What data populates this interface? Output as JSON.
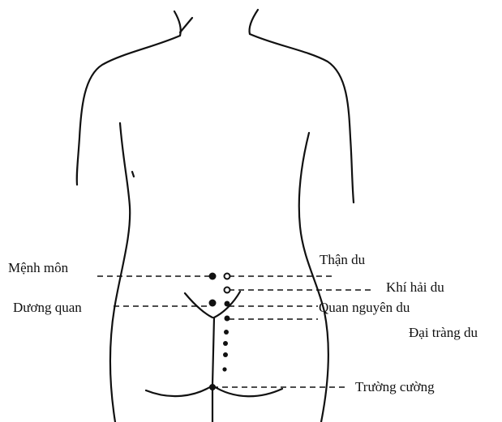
{
  "diagram": {
    "labels": {
      "menh_mon": "Mệnh môn",
      "duong_quan": "Dương quan",
      "than_du": "Thận du",
      "khi_hai_du": "Khí hải du",
      "quan_nguyen_du": "Quan nguyên du",
      "dai_trang_du": "Đại tràng du",
      "truong_cuong": "Trường cường"
    },
    "colors": {
      "ink": "#111111",
      "paper": "#ffffff"
    }
  }
}
